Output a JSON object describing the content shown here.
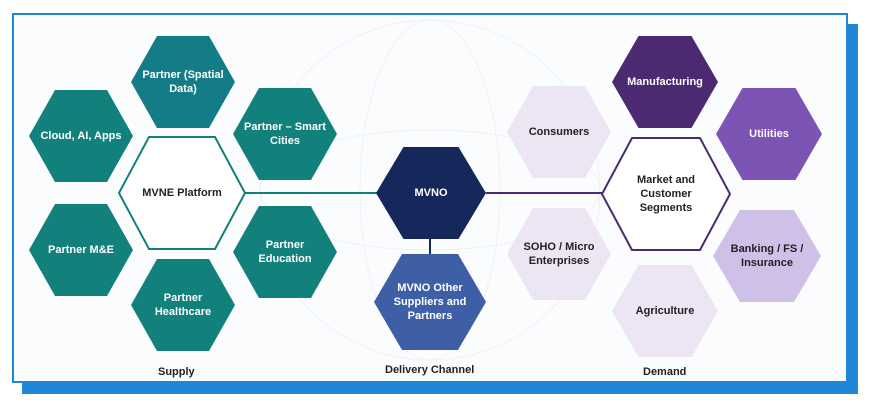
{
  "hexes": {
    "partner_spatial": "Partner (Spatial Data)",
    "cloud_ai": "Cloud, AI, Apps",
    "partner_smart_cities": "Partner – Smart Cities",
    "mvne_platform": "MVNE Platform",
    "partner_me": "Partner M&E",
    "partner_education": "Partner Education",
    "partner_healthcare": "Partner Healthcare",
    "mvno": "MVNO",
    "mvno_other": "MVNO Other Suppliers and Partners",
    "consumers": "Consumers",
    "manufacturing": "Manufacturing",
    "utilities": "Utilities",
    "market_segments": "Market and Customer Segments",
    "soho": "SOHO / Micro Enterprises",
    "banking": "Banking / FS / Insurance",
    "agriculture": "Agriculture"
  },
  "captions": {
    "supply": "Supply",
    "delivery": "Delivery Channel",
    "demand": "Demand"
  },
  "colors": {
    "frame_blue": "#1e88d6",
    "teal": "#12807b",
    "navy": "#15275b",
    "purple": "#7c54b4",
    "lavender": "#ebe5f4"
  }
}
